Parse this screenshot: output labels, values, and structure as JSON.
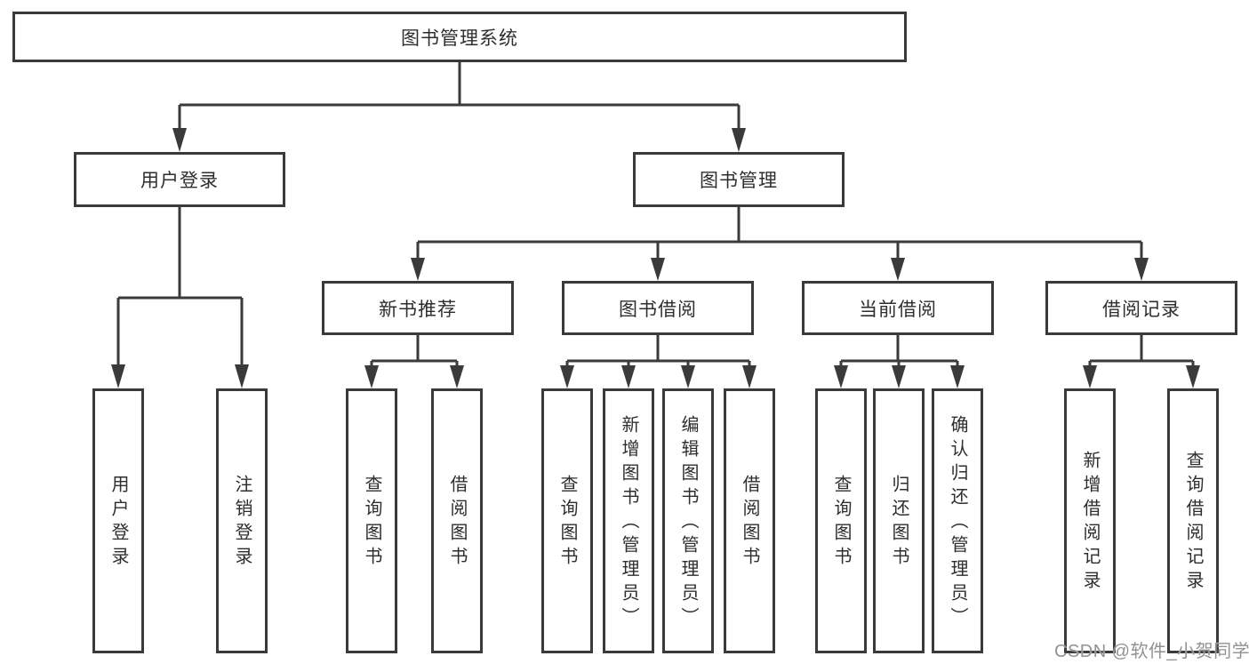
{
  "colors": {
    "line": "#3a3a3a",
    "node_border": "#3a3a3a",
    "node_background": "#ffffff",
    "node_text": "#2e2e2e",
    "watermark_text": "#929292",
    "page_background": "#ffffff"
  },
  "watermark": {
    "text": "CSDN @软件_小贺同学"
  },
  "tree": {
    "root": {
      "label": "图书管理系统",
      "children": [
        {
          "label": "用户登录",
          "children": [
            {
              "label": "用户登录"
            },
            {
              "label": "注销登录"
            }
          ]
        },
        {
          "label": "图书管理",
          "children": [
            {
              "label": "新书推荐",
              "children": [
                {
                  "label": "查询图书"
                },
                {
                  "label": "借阅图书"
                }
              ]
            },
            {
              "label": "图书借阅",
              "children": [
                {
                  "label": "查询图书"
                },
                {
                  "label": "新增图书（管理员）"
                },
                {
                  "label": "编辑图书（管理员）"
                },
                {
                  "label": "借阅图书"
                }
              ]
            },
            {
              "label": "当前借阅",
              "children": [
                {
                  "label": "查询图书"
                },
                {
                  "label": "归还图书"
                },
                {
                  "label": "确认归还（管理员）"
                }
              ]
            },
            {
              "label": "借阅记录",
              "children": [
                {
                  "label": "新增借阅记录"
                },
                {
                  "label": "查询借阅记录"
                }
              ]
            }
          ]
        }
      ]
    }
  }
}
